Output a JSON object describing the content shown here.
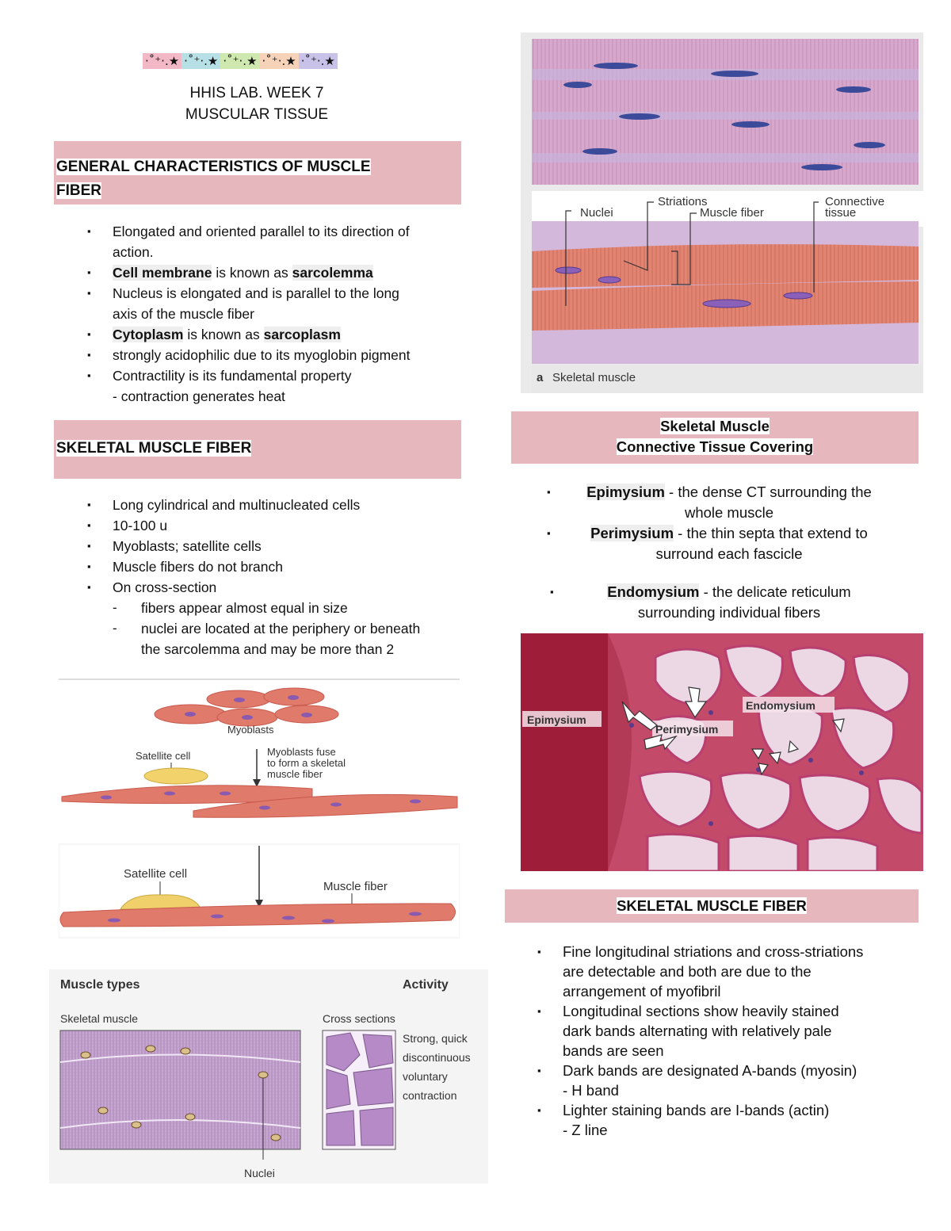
{
  "header": {
    "ornament": [
      "·˚⁺‧.★",
      "·˚⁺‧.★",
      "·˚⁺‧.★",
      "·˚⁺‧.★",
      "·˚⁺‧.★"
    ],
    "title_line1": "HHIS LAB. WEEK 7",
    "title_line2": "MUSCULAR TISSUE"
  },
  "general": {
    "heading_line1": "GENERAL CHARACTERISTICS OF MUSCLE",
    "heading_line2": "FIBER",
    "items": [
      {
        "a": "Elongated and oriented parallel to its direction of",
        "b": "action."
      },
      {
        "bold1": "Cell membrane",
        "mid": " is known as ",
        "bold2": "sarcolemma"
      },
      {
        "a": "Nucleus is elongated and is parallel to the long",
        "b": "axis of the muscle fiber"
      },
      {
        "bold1": "Cytoplasm",
        "mid": " is known as ",
        "bold2": "sarcoplasm"
      },
      {
        "a": "strongly acidophilic due to its myoglobin pigment"
      },
      {
        "a": "Contractility is its fundamental property",
        "b": "- contraction generates heat"
      }
    ]
  },
  "skeletal_left": {
    "heading": "SKELETAL MUSCLE FIBER",
    "items": [
      "Long cylindrical and multinucleated cells",
      "10-100 u",
      "Myoblasts; satellite cells",
      "Muscle fibers do not branch",
      "On cross-section"
    ],
    "sub_items": [
      {
        "a": "fibers appear almost equal in size"
      },
      {
        "a": "nuclei are located at the periphery or beneath",
        "b": "the sarcolemma and may be more than 2"
      }
    ]
  },
  "fig_myoblast": {
    "myoblasts": "Myoblasts",
    "satellite_cell": "Satellite cell",
    "fuse_1": "Myoblasts fuse",
    "fuse_2": "to form a skeletal",
    "fuse_3": "muscle fiber",
    "satellite_cell_2": "Satellite cell",
    "muscle_fiber": "Muscle fiber"
  },
  "fig_types": {
    "muscle_types": "Muscle types",
    "activity": "Activity",
    "skeletal_muscle": "Skeletal muscle",
    "cross_sections": "Cross sections",
    "act_1": "Strong, quick",
    "act_2": "discontinuous",
    "act_3": "voluntary",
    "act_4": "contraction",
    "nuclei": "Nuclei"
  },
  "fig_skeletal": {
    "nuclei": "Nuclei",
    "striations": "Striations",
    "muscle_fiber": "Muscle fiber",
    "connective_1": "Connective",
    "connective_2": "tissue",
    "caption_letter": "a",
    "caption": "Skeletal muscle"
  },
  "ct_covering": {
    "heading_line1": "Skeletal Muscle",
    "heading_line2": "Connective Tissue Covering",
    "items": [
      {
        "bold": "Epimysium",
        "a": " - the dense CT surrounding the",
        "b": "whole muscle"
      },
      {
        "bold": "Perimysium",
        "a": " - the thin septa that extend to",
        "b": "surround each fascicle"
      },
      {
        "bold": "Endomysium",
        "a": " - the delicate reticulum",
        "b": "surrounding individual fibers"
      }
    ]
  },
  "fig_histo": {
    "epimysium": "Epimysium",
    "perimysium": "Perimysium",
    "endomysium": "Endomysium"
  },
  "skeletal_right": {
    "heading": "SKELETAL MUSCLE FIBER",
    "items": [
      {
        "lines": [
          "Fine longitudinal striations and cross-striations",
          "are detectable and both are due to the",
          "arrangement of myofibril"
        ]
      },
      {
        "lines": [
          "Longitudinal sections show heavily stained",
          "dark bands alternating with relatively pale",
          "bands are seen"
        ]
      },
      {
        "lines": [
          "Dark bands are designated A-bands (myosin)",
          "-  H band"
        ]
      },
      {
        "lines": [
          "Lighter staining bands are I-bands (actin)",
          "- Z line"
        ]
      }
    ]
  }
}
